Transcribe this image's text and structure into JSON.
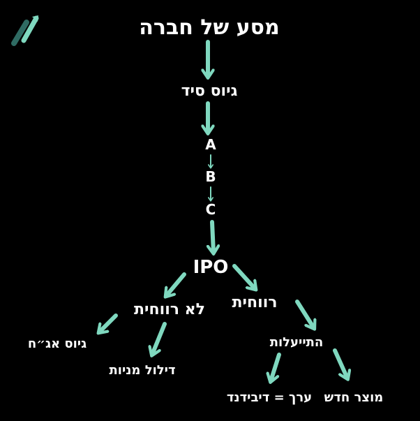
{
  "colors": {
    "background": "#000000",
    "text": "#ffffff",
    "arrow": "#7fd8bf",
    "logo_dark": "#2f6b63",
    "logo_light": "#7fd8bf"
  },
  "logo": {
    "icon": "ascending-trend-arrow-icon"
  },
  "diagram": {
    "title": "מסע של חברה",
    "stages": {
      "seed": "גיוס סיד",
      "round_a": "A",
      "round_b": "B",
      "round_c": "C",
      "ipo": "IPO",
      "not_profitable": "לא רווחית",
      "profitable": "רווחית",
      "debt_raise": "גיוס אג״ח",
      "share_dilution": "דילול מניות",
      "efficiency": "התייעלות",
      "dividend_value": "ערך = דיבידנד",
      "new_product": "מוצר חדש"
    },
    "edges": [
      [
        "title",
        "seed"
      ],
      [
        "seed",
        "round_a"
      ],
      [
        "round_a",
        "round_b"
      ],
      [
        "round_b",
        "round_c"
      ],
      [
        "round_c",
        "ipo"
      ],
      [
        "ipo",
        "not_profitable"
      ],
      [
        "ipo",
        "profitable"
      ],
      [
        "not_profitable",
        "debt_raise"
      ],
      [
        "not_profitable",
        "share_dilution"
      ],
      [
        "profitable",
        "efficiency"
      ],
      [
        "efficiency",
        "dividend_value"
      ],
      [
        "efficiency",
        "new_product"
      ]
    ]
  }
}
